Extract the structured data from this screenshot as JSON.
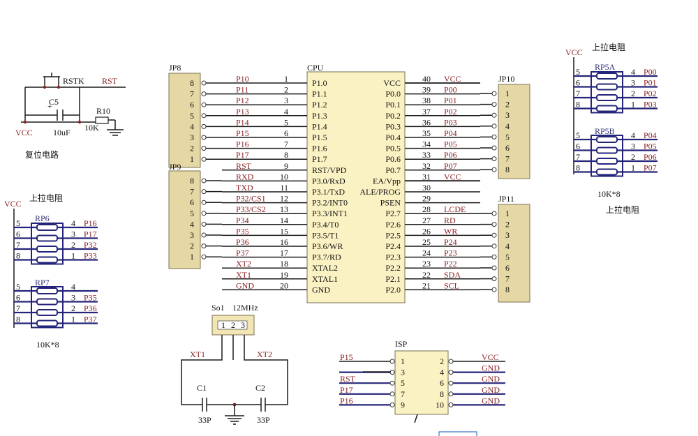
{
  "reset": {
    "switch": "RSTK",
    "net": "RST",
    "cap_ref": "C5",
    "cap_value": "10uF",
    "res_ref": "R10",
    "res_value": "10K",
    "vcc": "VCC",
    "title": "复位电路"
  },
  "jp8": {
    "ref": "JP8",
    "pins": [
      {
        "n": "8",
        "net": "P10"
      },
      {
        "n": "7",
        "net": "P11"
      },
      {
        "n": "6",
        "net": "P12"
      },
      {
        "n": "5",
        "net": "P13"
      },
      {
        "n": "4",
        "net": "P14"
      },
      {
        "n": "3",
        "net": "P15"
      },
      {
        "n": "2",
        "net": "P16"
      },
      {
        "n": "1",
        "net": "P17"
      }
    ]
  },
  "jp9": {
    "ref": "JP9",
    "pins": [
      {
        "n": "8",
        "net": "RXD"
      },
      {
        "n": "7",
        "net": "TXD"
      },
      {
        "n": "6",
        "net": "P32/CS1"
      },
      {
        "n": "5",
        "net": "P33/CS2"
      },
      {
        "n": "4",
        "net": "P34"
      },
      {
        "n": "3",
        "net": "P35"
      },
      {
        "n": "2",
        "net": "P36"
      },
      {
        "n": "1",
        "net": "P37"
      }
    ]
  },
  "cpu": {
    "ref": "CPU",
    "left": [
      {
        "net": "P10",
        "num": "1",
        "name": "P1.0"
      },
      {
        "net": "P11",
        "num": "2",
        "name": "P1.1"
      },
      {
        "net": "P12",
        "num": "3",
        "name": "P1.2"
      },
      {
        "net": "P13",
        "num": "4",
        "name": "P1.3"
      },
      {
        "net": "P14",
        "num": "5",
        "name": "P1.4"
      },
      {
        "net": "P15",
        "num": "6",
        "name": "P1.5"
      },
      {
        "net": "P16",
        "num": "7",
        "name": "P1.6"
      },
      {
        "net": "P17",
        "num": "8",
        "name": "P1.7"
      },
      {
        "net": "RST",
        "num": "9",
        "name": "RST/VPD"
      },
      {
        "net": "RXD",
        "num": "10",
        "name": "P3.0/RxD"
      },
      {
        "net": "TXD",
        "num": "11",
        "name": "P3.1/TxD"
      },
      {
        "net": "P32/CS1",
        "num": "12",
        "name": "P3.2/INT0"
      },
      {
        "net": "P33/CS2",
        "num": "13",
        "name": "P3.3/INT1"
      },
      {
        "net": "P34",
        "num": "14",
        "name": "P3.4/T0"
      },
      {
        "net": "P35",
        "num": "15",
        "name": "P3.5/T1"
      },
      {
        "net": "P36",
        "num": "16",
        "name": "P3.6/WR"
      },
      {
        "net": "P37",
        "num": "17",
        "name": "P3.7/RD"
      },
      {
        "net": "XT2",
        "num": "18",
        "name": "XTAL2"
      },
      {
        "net": "XT1",
        "num": "19",
        "name": "XTAL1"
      },
      {
        "net": "GND",
        "num": "20",
        "name": "GND"
      }
    ],
    "right": [
      {
        "name": "VCC",
        "num": "40",
        "net": "VCC"
      },
      {
        "name": "P0.0",
        "num": "39",
        "net": "P00"
      },
      {
        "name": "P0.1",
        "num": "38",
        "net": "P01"
      },
      {
        "name": "P0.2",
        "num": "37",
        "net": "P02"
      },
      {
        "name": "P0.3",
        "num": "36",
        "net": "P03"
      },
      {
        "name": "P0.4",
        "num": "35",
        "net": "P04"
      },
      {
        "name": "P0.5",
        "num": "34",
        "net": "P05"
      },
      {
        "name": "P0.6",
        "num": "33",
        "net": "P06"
      },
      {
        "name": "P0.7",
        "num": "32",
        "net": "P07"
      },
      {
        "name": "EA/Vpp",
        "num": "31",
        "net": "VCC"
      },
      {
        "name": "ALE/PROG",
        "num": "30",
        "net": ""
      },
      {
        "name": "PSEN",
        "num": "29",
        "net": ""
      },
      {
        "name": "P2.7",
        "num": "28",
        "net": "LCDE"
      },
      {
        "name": "P2.6",
        "num": "27",
        "net": "RD"
      },
      {
        "name": "P2.5",
        "num": "26",
        "net": "WR"
      },
      {
        "name": "P2.4",
        "num": "25",
        "net": "P24"
      },
      {
        "name": "P2.3",
        "num": "24",
        "net": "P23"
      },
      {
        "name": "P2.2",
        "num": "23",
        "net": "P22"
      },
      {
        "name": "P2.1",
        "num": "22",
        "net": "SDA"
      },
      {
        "name": "P2.0",
        "num": "21",
        "net": "SCL"
      }
    ]
  },
  "jp10": {
    "ref": "JP10",
    "pins": [
      "1",
      "2",
      "3",
      "4",
      "5",
      "6",
      "7",
      "8"
    ]
  },
  "jp11": {
    "ref": "JP11",
    "pins": [
      "1",
      "2",
      "3",
      "4",
      "5",
      "6",
      "7",
      "8"
    ]
  },
  "pullup_left": {
    "title": "上拉电阻",
    "vcc": "VCC",
    "value": "10K*8",
    "packs": [
      {
        "ref": "RP6",
        "rows": [
          {
            "l": "5",
            "r": "4",
            "net": "P16"
          },
          {
            "l": "6",
            "r": "3",
            "net": "P17"
          },
          {
            "l": "7",
            "r": "2",
            "net": "P32"
          },
          {
            "l": "8",
            "r": "1",
            "net": "P33"
          }
        ]
      },
      {
        "ref": "RP7",
        "rows": [
          {
            "l": "5",
            "r": "4",
            "net": ""
          },
          {
            "l": "6",
            "r": "3",
            "net": "P35"
          },
          {
            "l": "7",
            "r": "2",
            "net": "P36"
          },
          {
            "l": "8",
            "r": "1",
            "net": "P37"
          }
        ]
      }
    ]
  },
  "pullup_right": {
    "title": "上拉电阻",
    "vcc": "VCC",
    "value": "10K*8",
    "packs": [
      {
        "ref": "RP5A",
        "rows": [
          {
            "l": "5",
            "r": "4",
            "net": "P00"
          },
          {
            "l": "6",
            "r": "3",
            "net": "P01"
          },
          {
            "l": "7",
            "r": "2",
            "net": "P02"
          },
          {
            "l": "8",
            "r": "1",
            "net": "P03"
          }
        ]
      },
      {
        "ref": "RP5B",
        "rows": [
          {
            "l": "5",
            "r": "4",
            "net": "P04"
          },
          {
            "l": "6",
            "r": "3",
            "net": "P05"
          },
          {
            "l": "7",
            "r": "2",
            "net": "P06"
          },
          {
            "l": "8",
            "r": "1",
            "net": "P07"
          }
        ]
      }
    ]
  },
  "crystal": {
    "ref": "So1",
    "freq": "12MHz",
    "pins": [
      "1",
      "2",
      "3"
    ],
    "xt1": "XT1",
    "xt2": "XT2",
    "c1_ref": "C1",
    "c1_value": "33P",
    "c2_ref": "C2",
    "c2_value": "33P"
  },
  "isp": {
    "ref": "ISP",
    "rows": [
      {
        "left_net": "P15",
        "left_pin": "1",
        "right_pin": "2",
        "right_net": "VCC"
      },
      {
        "left_net": "",
        "left_pin": "3",
        "right_pin": "4",
        "right_net": "GND"
      },
      {
        "left_net": "RST",
        "left_pin": "5",
        "right_pin": "6",
        "right_net": "GND"
      },
      {
        "left_net": "P17",
        "left_pin": "7",
        "right_pin": "8",
        "right_net": "GND"
      },
      {
        "left_net": "P16",
        "left_pin": "9",
        "right_pin": "10",
        "right_net": "GND"
      }
    ]
  },
  "palette": {
    "wire": "#1a1a1a",
    "bus": "#24247a",
    "net_label": "#8a2222",
    "header_fill": "#e6d8a4",
    "chip_fill": "#fbf2c4"
  }
}
